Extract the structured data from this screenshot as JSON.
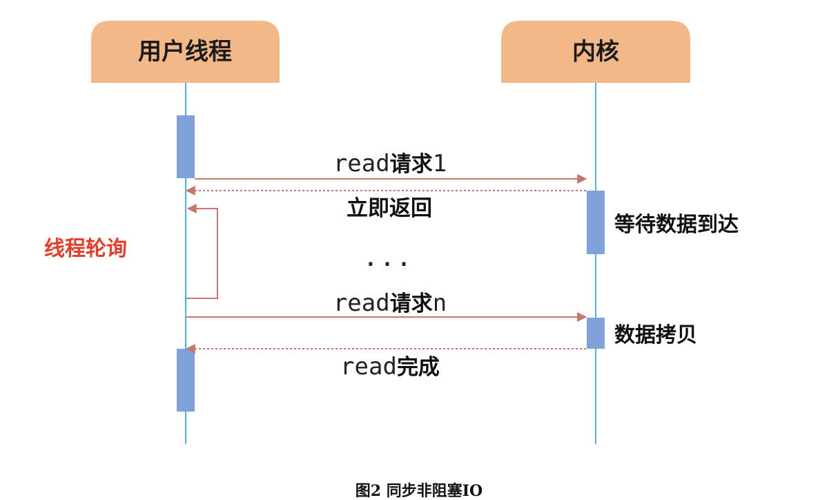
{
  "participants": {
    "user_thread": "用户线程",
    "kernel": "内核"
  },
  "messages": {
    "read_request_1": {
      "prefix": "read",
      "suffix_cn": "请求",
      "suffix_end": "1"
    },
    "return_immediately": "立即返回",
    "ellipsis": "...",
    "read_request_n": {
      "prefix": "read",
      "suffix_cn": "请求",
      "suffix_end": "n"
    },
    "read_complete": {
      "prefix": "read",
      "suffix_cn": "完成"
    }
  },
  "kernel_notes": {
    "wait_data": "等待数据到达",
    "copy_data": "数据拷贝"
  },
  "loop_label": "线程轮询",
  "caption": "图2 同步非阻塞IO",
  "colors": {
    "participant_box": "#f3b887",
    "lifeline": "#4bb3e6",
    "activation": "#7fa3d9",
    "arrow": "#c7766d",
    "loop_label": "#e63d2b"
  }
}
